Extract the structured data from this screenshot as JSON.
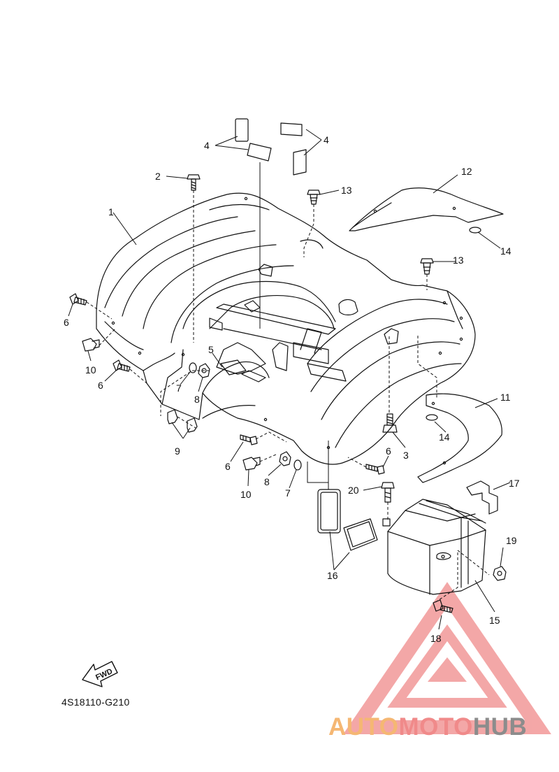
{
  "diagram": {
    "part_code": "4S18110-G210",
    "fwd_label": "FWD",
    "callouts": {
      "c1": "1",
      "c2": "2",
      "c3": "3",
      "c4a": "4",
      "c4b": "4",
      "c5": "5",
      "c6a": "6",
      "c6b": "6",
      "c6c": "6",
      "c6d": "6",
      "c7a": "7",
      "c7b": "7",
      "c8a": "8",
      "c8b": "8",
      "c9": "9",
      "c10a": "10",
      "c10b": "10",
      "c11": "11",
      "c12": "12",
      "c13a": "13",
      "c13b": "13",
      "c14a": "14",
      "c14b": "14",
      "c15": "15",
      "c16": "16",
      "c17": "17",
      "c18": "18",
      "c19": "19",
      "c20": "20"
    }
  },
  "watermark": {
    "brand_part1": "AUTO",
    "brand_part2": "MOTO",
    "brand_part3": "HUB",
    "colors": {
      "orange": "#f5b773",
      "red": "#f08a8a",
      "gray": "#8c8c8c"
    }
  }
}
